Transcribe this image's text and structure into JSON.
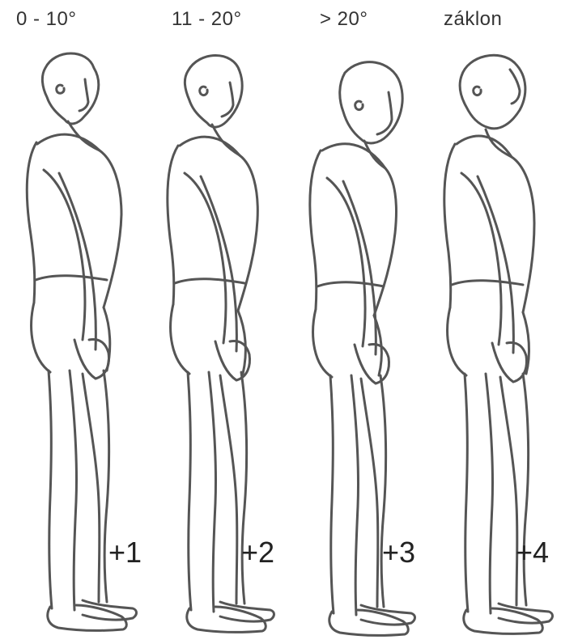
{
  "figures": [
    {
      "angle_label": "0 - 10°",
      "score_label": "+1"
    },
    {
      "angle_label": "11 - 20°",
      "score_label": "+2"
    },
    {
      "angle_label": "> 20°",
      "score_label": "+3"
    },
    {
      "angle_label": "záklon",
      "score_label": "+4"
    }
  ]
}
